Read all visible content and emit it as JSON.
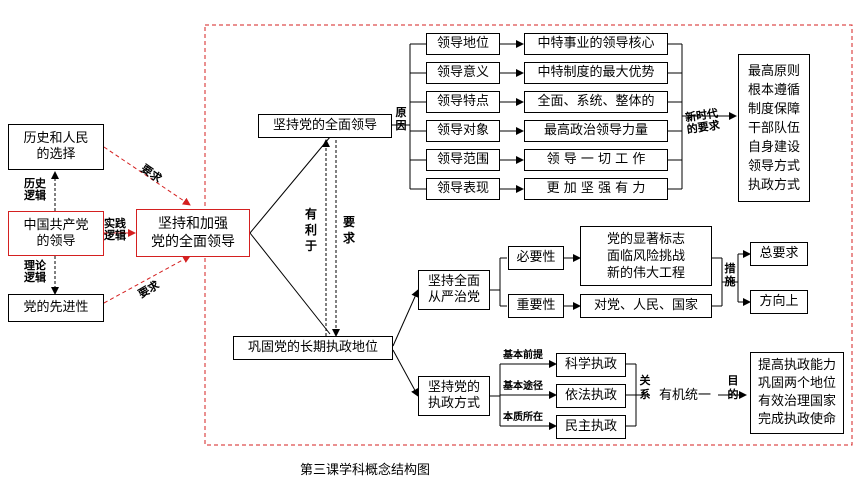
{
  "left": {
    "history": "历史和人民\n的选择",
    "ccp": "中国共产党\n的领导",
    "advanced": "党的先进性",
    "history_logic": "历史\n逻辑",
    "theory_logic": "理论\n逻辑",
    "practice_logic": "实践\n逻辑",
    "require_top": "要求",
    "require_bottom": "要求"
  },
  "center": {
    "main": "坚持和加强\n党的全面领导",
    "leadership": "坚持党的全面领导",
    "ruling": "巩固党的长期执政地位",
    "benefit": "有利于",
    "require": "要求"
  },
  "reason": {
    "label": "原因",
    "items": [
      "领导地位",
      "领导意义",
      "领导特点",
      "领导对象",
      "领导范围",
      "领导表现"
    ],
    "details": [
      "中特事业的领导核心",
      "中特制度的最大优势",
      "全面、系统、整体的",
      "最高政治领导力量",
      "领 导 一 切 工 作",
      "更 加 坚 强 有 力"
    ],
    "new_era": "新时代\n的要求",
    "requirements": "最高原则\n根本遵循\n制度保障\n干部队伍\n自身建设\n领导方式\n执政方式"
  },
  "strict": {
    "title": "坚持全面\n从严治党",
    "necessity": "必要性",
    "necessity_detail": "党的显著标志\n面临风险挑战\n新的伟大工程",
    "importance": "重要性",
    "importance_detail": "对党、人民、国家",
    "measures": "措施",
    "general": "总要求",
    "direction": "方向上"
  },
  "governance": {
    "title": "坚持党的\n执政方式",
    "premise": "基本前提",
    "path": "基本途径",
    "essence": "本质所在",
    "scientific": "科学执政",
    "lawful": "依法执政",
    "democratic": "民主执政",
    "relation": "关系",
    "unity": "有机统一",
    "goal": "目的",
    "goals": "提高执政能力\n巩固两个地位\n有效治理国家\n完成执政使命"
  },
  "caption": "第三课学科概念结构图",
  "colors": {
    "red": "#d42020",
    "line": "#000000"
  }
}
